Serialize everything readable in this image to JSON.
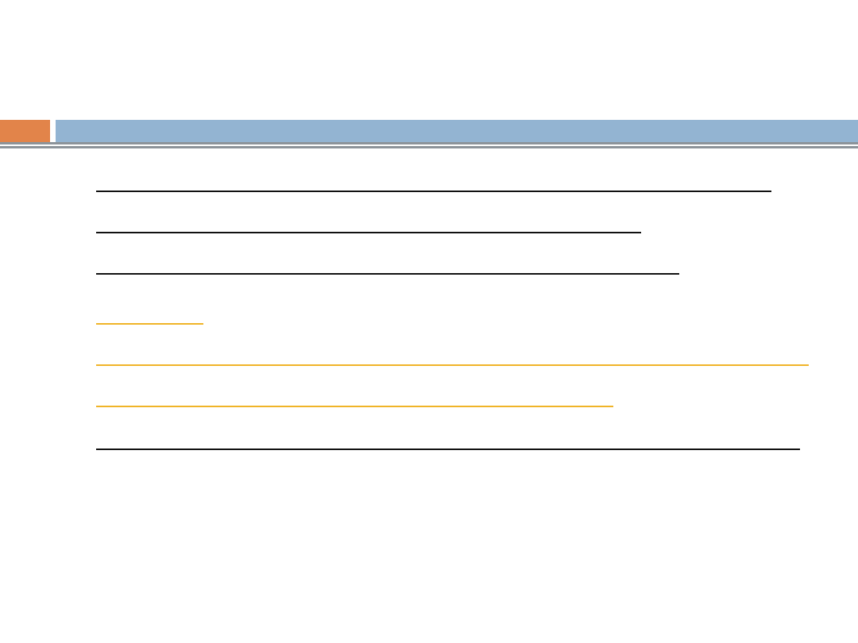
{
  "slide": {
    "title": "",
    "colors": {
      "accent": "#e2844a",
      "title_bar": "#93b4d2",
      "rule": "#8c9399",
      "dark_line": "#111111",
      "highlight_line": "#f0b428"
    },
    "blank_lines": [
      {
        "style": "dark"
      },
      {
        "style": "dark"
      },
      {
        "style": "dark"
      },
      {
        "style": "gold"
      },
      {
        "style": "gold"
      },
      {
        "style": "gold"
      },
      {
        "style": "dark"
      }
    ]
  }
}
